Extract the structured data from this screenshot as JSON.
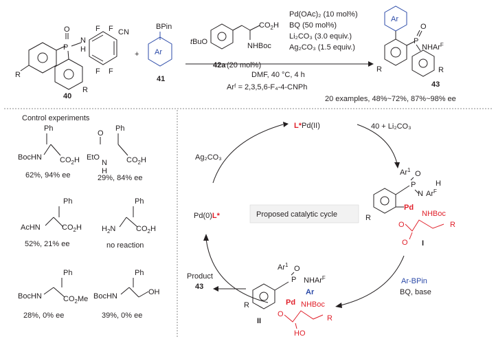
{
  "top_reaction": {
    "sm_label": "40",
    "boronate_label": "41",
    "plus": "+",
    "reagent_label": "42a",
    "reagent_amount": "(20 mol%)",
    "conditions_above": [
      "Pd(OAc)₂ (10 mol%)",
      "BQ (50 mol%)",
      "Li₂CO₃ (3.0 equiv.)",
      "Ag₂CO₃ (1.5 equiv.)"
    ],
    "conditions_below": [
      "DMF, 40 °C, 4 h",
      "Arᶠ = 2,3,5,6-F₄-4-CNPh"
    ],
    "product_label": "43",
    "summary": "20 examples, 48%~72%, 87%~98% ee"
  },
  "control": {
    "title": "Control experiments",
    "entries": [
      {
        "result": "62%, 94% ee"
      },
      {
        "result": "29%, 84% ee"
      },
      {
        "result": "52%, 21% ee"
      },
      {
        "result": "no reaction"
      },
      {
        "result": "28%, 0% ee"
      },
      {
        "result": "39%, 0% ee"
      }
    ]
  },
  "cycle": {
    "center_label": "Proposed catalytic cycle",
    "top_species": "L*Pd(II)",
    "right_reagent": "40 + Li₂CO₃",
    "left_reagent": "Ag₂CO₃",
    "left_species": "Pd(0)L*",
    "intermediate_I": "I",
    "intermediate_II": "II",
    "product_text": "Product",
    "product_label": "43",
    "arbpin": "Ar-BPin",
    "bq_base": "BQ, base"
  },
  "colors": {
    "red": "#e0202a",
    "blue": "#2b4aa8",
    "ink": "#231f20"
  }
}
